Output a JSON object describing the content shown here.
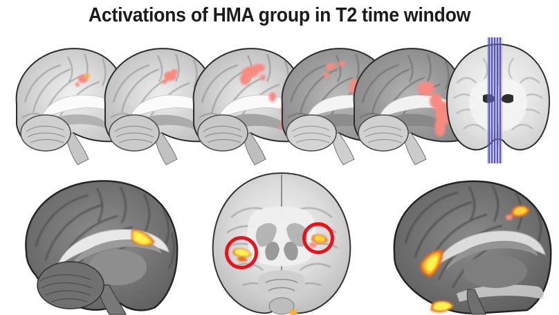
{
  "figure": {
    "title": "Activations of HMA group in T2 time window",
    "background_color": "#ffffff",
    "title_color": "#1b1b1b",
    "modality": "fMRI statistical activation map overlaid on structural MRI",
    "group_label": "HMA",
    "time_window_label": "T2"
  },
  "colors": {
    "activation_low": "#f98a80",
    "activation_mid": "#fbb040",
    "activation_high": "#fff44f",
    "roi_circle": "#e8141b",
    "slice_marker_band": "#787ecd",
    "slice_marker_line": "#4a46a8",
    "brain_light": "#d9d9d9",
    "brain_dark": "#6e6e6e"
  },
  "top_row": {
    "label": "Sagittal slice series with coronal locator",
    "slices": [
      {
        "id": "sag-1",
        "view": "sagittal",
        "shade": "light",
        "activation": "small lateral frontal cluster, faint midline cluster"
      },
      {
        "id": "sag-2",
        "view": "sagittal",
        "shade": "light",
        "activation": "superior frontal cluster plus yellow-cored midline cluster"
      },
      {
        "id": "sag-3",
        "view": "sagittal",
        "shade": "light",
        "activation": "large cingulate / paracentral cluster with yellow core"
      },
      {
        "id": "sag-4",
        "view": "sagittal",
        "shade": "dark",
        "activation": "extensive cingulate cluster with bright yellow core"
      },
      {
        "id": "sag-5",
        "view": "sagittal",
        "shade": "dark",
        "activation": "broad salmon cingulate cluster"
      }
    ],
    "locator": {
      "id": "coronal-locator",
      "view": "coronal",
      "marker_type": "vertical sagittal-slice position lines",
      "marker_count": 5
    }
  },
  "bottom_row": {
    "label": "Detail panels",
    "panels": [
      {
        "id": "sag-detail-left",
        "view": "sagittal",
        "activation": "bright yellow-orange cluster in posterior cingulate / precuneus region",
        "circles": []
      },
      {
        "id": "axial-detail",
        "view": "axial",
        "activation": "bilateral yellow-orange clusters",
        "circles": [
          {
            "name": "roi-circle-left",
            "note": "left hemisphere cluster"
          },
          {
            "name": "roi-circle-right",
            "note": "right hemisphere cluster"
          }
        ]
      },
      {
        "id": "sag-detail-right",
        "view": "sagittal",
        "activation": "anterior cingulate cluster, superior parietal cluster and inferior temporal cluster",
        "circles": []
      }
    ]
  }
}
